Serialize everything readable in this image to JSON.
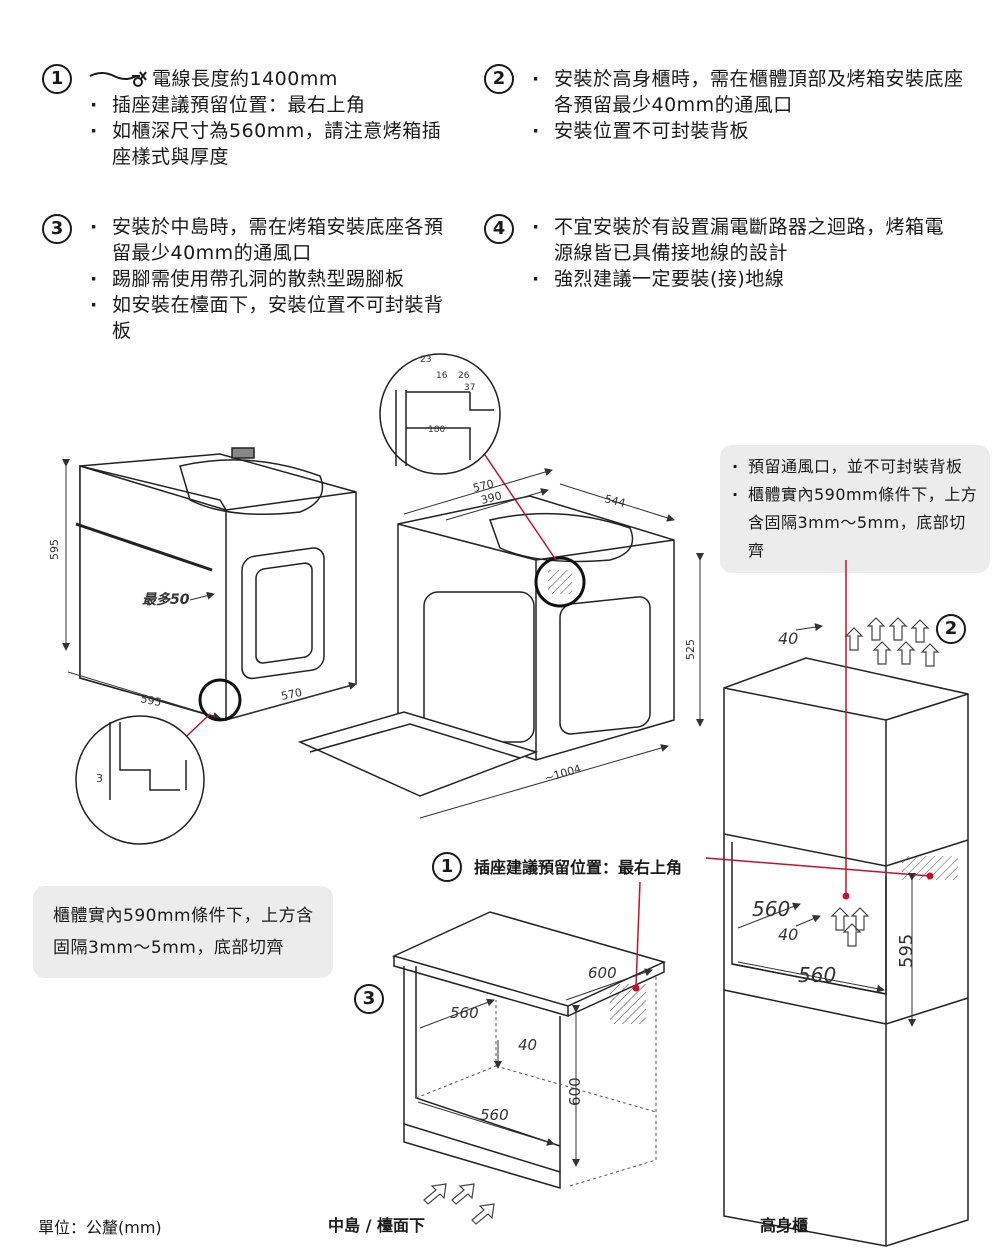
{
  "notes": [
    {
      "num": "1",
      "first": "電線長度約1400mm",
      "items": [
        "插座建議預留位置：最右上角",
        "如櫃深尺寸為560mm，請注意烤箱插座樣式與厚度"
      ]
    },
    {
      "num": "2",
      "items": [
        "安裝於高身櫃時，需在櫃體頂部及烤箱安裝底座各預留最少40mm的通風口",
        "安裝位置不可封裝背板"
      ]
    },
    {
      "num": "3",
      "items": [
        "安裝於中島時，需在烤箱安裝底座各預留最少40mm的通風口",
        "踢腳需使用帶孔洞的散熱型踢腳板",
        "如安裝在檯面下，安裝位置不可封裝背板"
      ]
    },
    {
      "num": "4",
      "items": [
        "不宜安裝於有設置漏電斷路器之迴路，烤箱電源線皆已具備接地線的設計",
        "強烈建議一定要裝(接)地線"
      ]
    }
  ],
  "box_right": {
    "items": [
      "預留通風口，並不可封裝背板",
      "櫃體實內590mm條件下，上方含固隔3mm～5mm，底部切齊"
    ]
  },
  "box_left": {
    "text": "櫃體實內590mm條件下，上方含固隔3mm～5mm，底部切齊"
  },
  "dims": {
    "d23": "23",
    "d16": "16",
    "d26": "26",
    "d37": "37",
    "d180": "180",
    "d595h": "595",
    "d50": "最多50",
    "d595w": "595",
    "d570a": "570",
    "d3": "3",
    "d570b": "570",
    "d390": "390",
    "d544": "544",
    "d525": "525",
    "d1004": "~1004",
    "t40a": "40",
    "t560a": "560",
    "t40b": "40",
    "t560b": "560",
    "t595": "595",
    "i600a": "600",
    "i560a": "560",
    "i40": "40",
    "i560b": "560",
    "i600b": "600"
  },
  "callout_num_1": "1",
  "callout_text": "插座建議預留位置：最右上角",
  "callout_num_2": "2",
  "callout_num_3": "3",
  "unit": "單位：公釐(mm)",
  "caption_island": "中島 / 檯面下",
  "caption_tall": "高身櫃",
  "accent": "#c8102e"
}
